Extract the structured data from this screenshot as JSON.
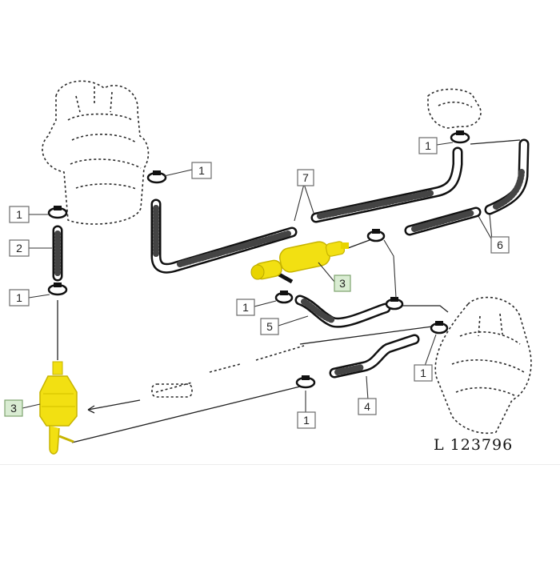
{
  "diagram": {
    "reference": "L 123796",
    "callouts": {
      "c1_clamp_top_right": "1",
      "c1_clamp_filter_top": "1",
      "c1_clamp_left_upper": "1",
      "c1_clamp_left_lower": "1",
      "c2_left_hose": "2",
      "c3_left_filter": "3",
      "c7_top_pipe": "7",
      "c3_center_filter": "3",
      "c6_right_hose": "6",
      "c1_center_clamp": "1",
      "c5_center_hose": "5",
      "c1_right_clamp": "1",
      "c4_lower_hose": "4",
      "c1_bottom_clamp": "1"
    },
    "colors": {
      "highlight": "#f2e012",
      "highlight_dark": "#c7b400",
      "label_highlight": "#d9ecd2"
    }
  }
}
